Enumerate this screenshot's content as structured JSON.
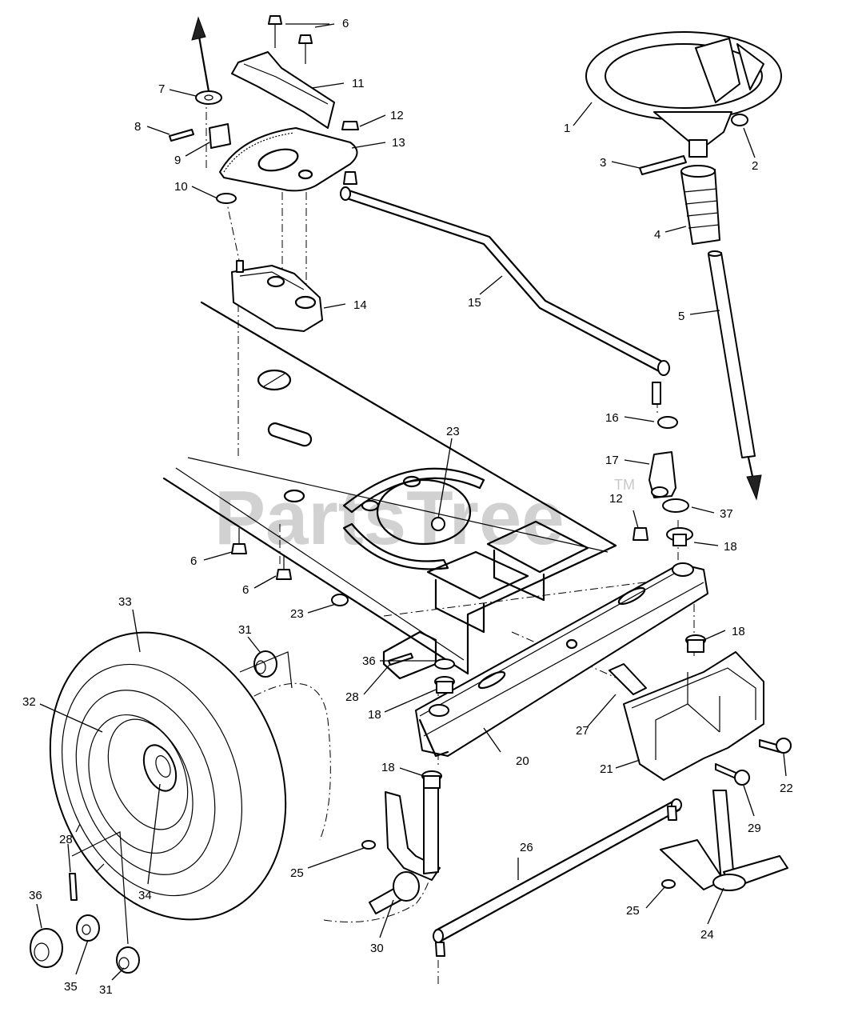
{
  "watermark": {
    "text": "PartsTree",
    "trademark": "TM"
  },
  "callouts": [
    "1",
    "2",
    "3",
    "4",
    "5",
    "6",
    "6",
    "6",
    "6",
    "7",
    "8",
    "9",
    "10",
    "11",
    "12",
    "12",
    "13",
    "14",
    "15",
    "16",
    "17",
    "18",
    "18",
    "18",
    "18",
    "20",
    "21",
    "22",
    "23",
    "23",
    "24",
    "25",
    "25",
    "26",
    "27",
    "28",
    "28",
    "29",
    "30",
    "31",
    "31",
    "32",
    "33",
    "34",
    "35",
    "36",
    "36",
    "37"
  ]
}
